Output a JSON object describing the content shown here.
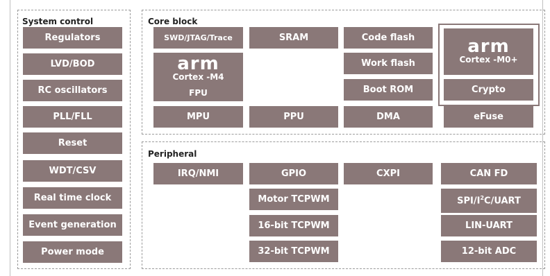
{
  "system_control": {
    "title": "System control",
    "items": [
      "Regulators",
      "LVD/BOD",
      "RC oscillators",
      "PLL/FLL",
      "Reset",
      "WDT/CSV",
      "Real time clock",
      "Event generation",
      "Power mode"
    ]
  },
  "core_block": {
    "title": "Core block",
    "swd": "SWD/JTAG/Trace",
    "m4_logo": "arm",
    "m4_name": "Cortex -M4",
    "fpu": "FPU",
    "sram": "SRAM",
    "code_flash": "Code flash",
    "work_flash": "Work flash",
    "boot_rom": "Boot ROM",
    "m0_logo": "arm",
    "m0_name": "Cortex -M0+",
    "crypto": "Crypto",
    "mpu": "MPU",
    "ppu": "PPU",
    "dma": "DMA",
    "efuse": "eFuse"
  },
  "peripheral": {
    "title": "Peripheral",
    "irq": "IRQ/NMI",
    "gpio": "GPIO",
    "motor_tcpwm": "Motor TCPWM",
    "tcpwm16": "16-bit TCPWM",
    "tcpwm32": "32-bit TCPWM",
    "cxpi": "CXPI",
    "can_fd": "CAN FD",
    "spi_pre": "SPI/I",
    "spi_sup": "2",
    "spi_post": "C/UART",
    "lin_uart": "LIN-UART",
    "adc": "12-bit ADC"
  }
}
